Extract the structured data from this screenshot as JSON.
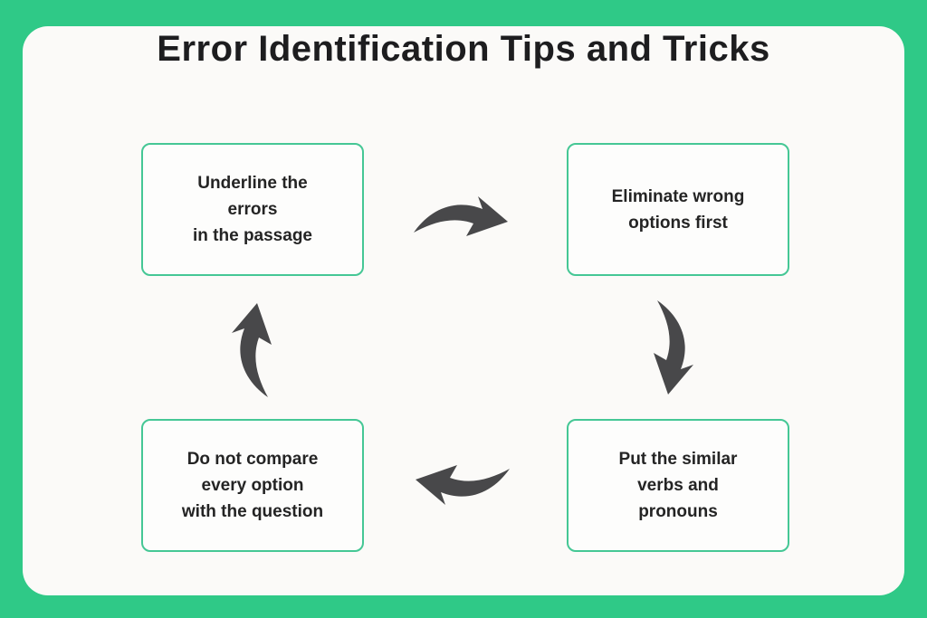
{
  "title": "Error Identification Tips and Tricks",
  "colors": {
    "frame_green": "#2fc987",
    "box_border_green": "#45c795",
    "panel_bg": "#fbfaf8",
    "box_bg": "#fdfdfc",
    "arrow_gray": "#48484a",
    "title_color": "#1d1d1f",
    "text_color": "#242424"
  },
  "boxes": [
    {
      "id": "top-left",
      "text": "Underline the errors in the passage",
      "lines": [
        "Underline the",
        "errors",
        "in the passage"
      ]
    },
    {
      "id": "top-right",
      "text": "Eliminate wrong options first",
      "lines": [
        "Eliminate wrong",
        "options first"
      ]
    },
    {
      "id": "bottom-right",
      "text": "Put the similar verbs and pronouns",
      "lines": [
        "Put the similar",
        "verbs and",
        "pronouns"
      ]
    },
    {
      "id": "bottom-left",
      "text": "Do not compare every option with the question",
      "lines": [
        "Do not compare",
        "every option",
        "with the question"
      ]
    }
  ],
  "arrows": [
    {
      "position": "top",
      "direction": "right"
    },
    {
      "position": "right",
      "direction": "down"
    },
    {
      "position": "bottom",
      "direction": "left"
    },
    {
      "position": "left",
      "direction": "up"
    }
  ]
}
